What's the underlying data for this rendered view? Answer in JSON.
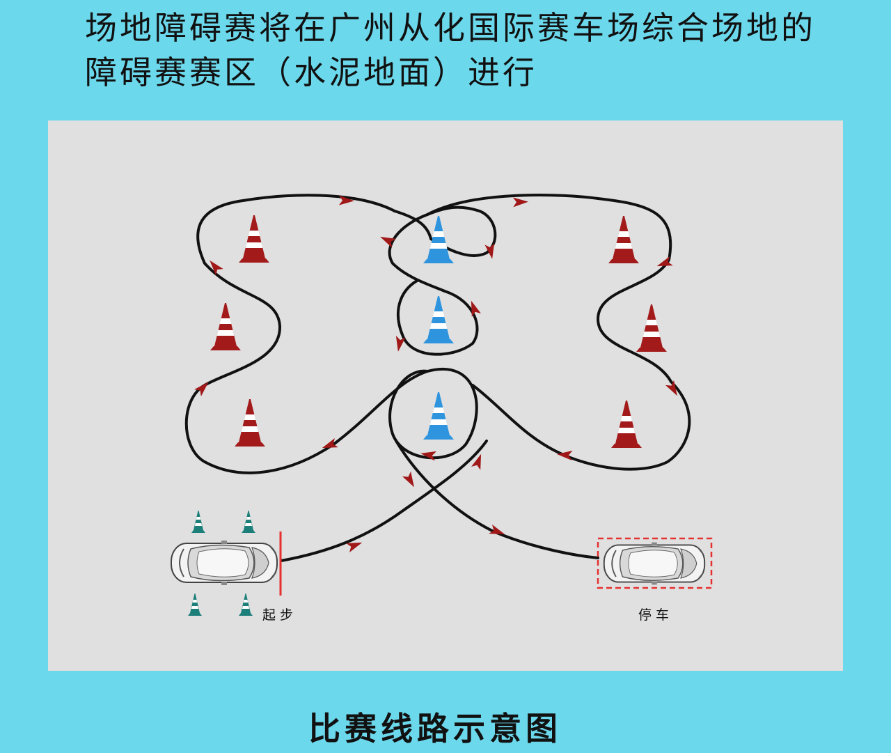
{
  "heading": "场地障碍赛将在广州从化国际赛车场综合场地的障碍赛赛区（水泥地面）进行",
  "diagram": {
    "start_label": "起 步",
    "stop_label": "停 车"
  },
  "caption": "比赛线路示意图",
  "colors": {
    "background": "#6cd8ec",
    "field": "#e0e0e0",
    "red_cone": "#a31a1a",
    "blue_cone": "#2f94de",
    "teal_cone": "#1d7f7a",
    "arrow": "#a01818",
    "stop_box": "#e53030",
    "start_line": "#e53030"
  }
}
